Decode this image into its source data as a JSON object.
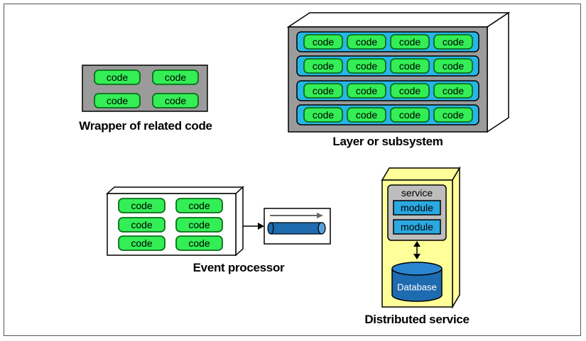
{
  "code_label": "code",
  "captions": {
    "wrapper": "Wrapper of related code",
    "layer": "Layer or subsystem",
    "event": "Event processor",
    "distributed": "Distributed service"
  },
  "service": {
    "title": "service",
    "modules": [
      "module",
      "module"
    ],
    "database": "Database"
  },
  "colors": {
    "code_fill": "#33ee55",
    "code_stroke": "#0a6e1a",
    "wrapper_fill": "#9b9b9b",
    "layer_row_fill": "#26b6e8",
    "service_outer_fill": "#ffff99",
    "module_fill": "#2aa8e0",
    "database_fill": "#1e6bb0"
  }
}
